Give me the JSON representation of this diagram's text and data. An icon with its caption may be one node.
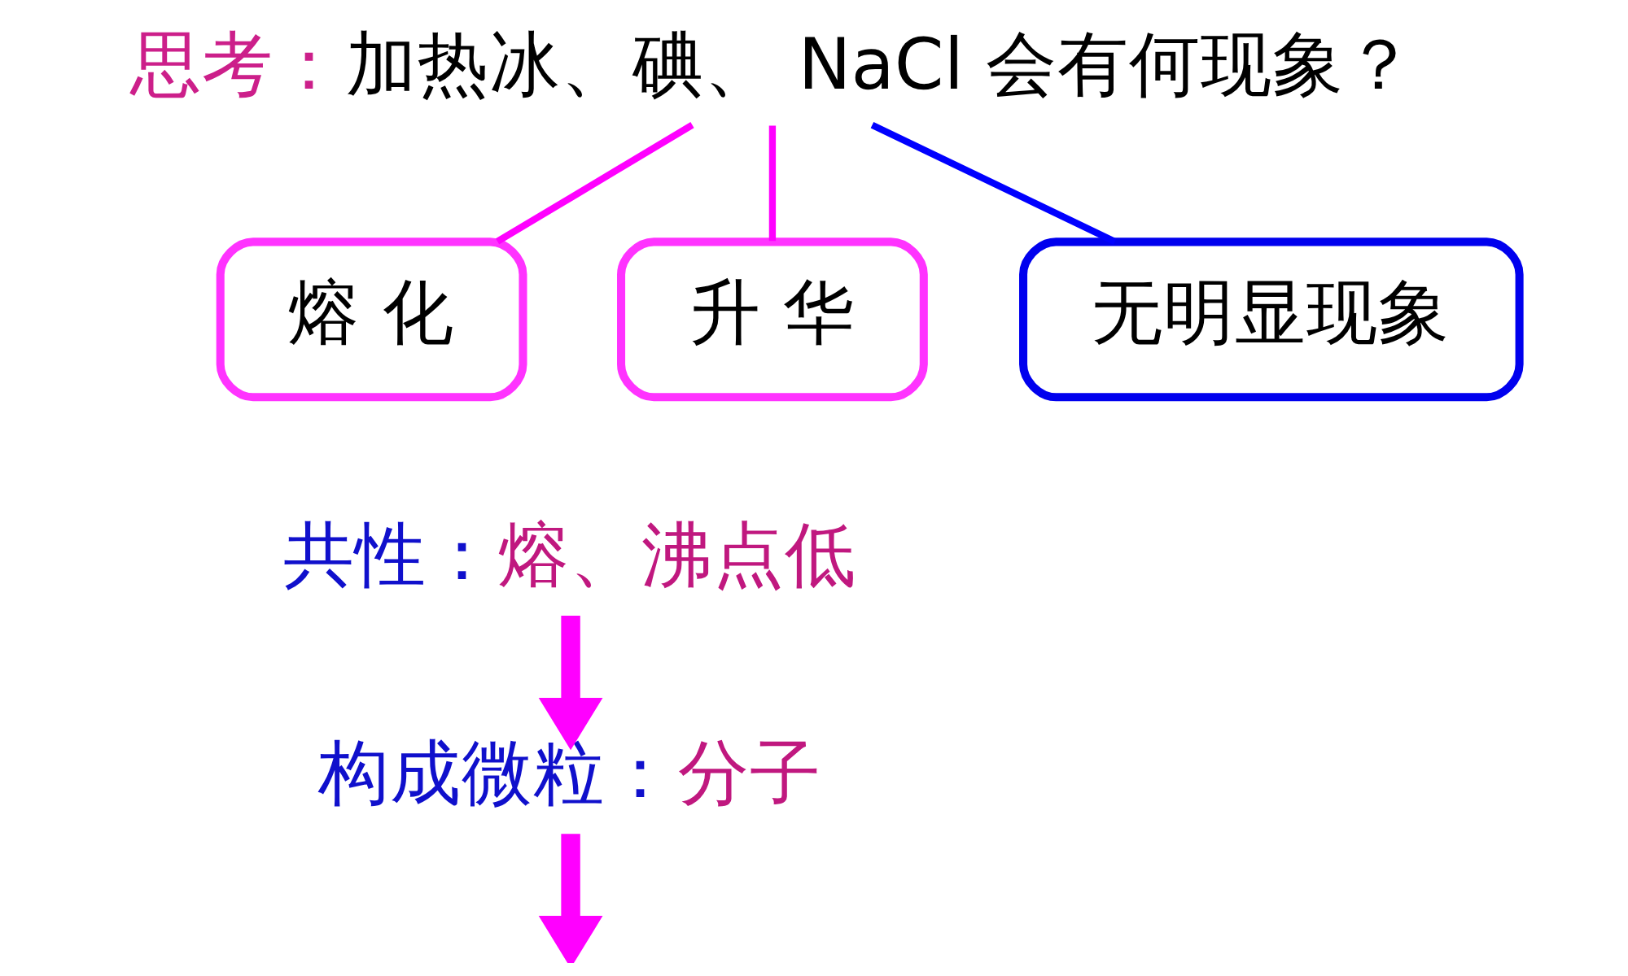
{
  "diagram": {
    "nodes": [
      {
        "text": [
          "思考：",
          "加热冰、碘、 NaCl 会有何现象？"
        ]
      },
      {
        "text": [
          "熔 化"
        ]
      },
      {
        "text": [
          "升 华"
        ]
      },
      {
        "text": [
          "无明显现象"
        ]
      },
      {
        "text": [
          "共性：",
          "熔、沸点低"
        ]
      },
      {
        "text": [
          "构成微粒：",
          "分子"
        ]
      }
    ],
    "edges": [
      {
        "from": 0,
        "to": 1,
        "arrow": "none",
        "color": "#ff00ff"
      },
      {
        "from": 0,
        "to": 2,
        "arrow": "none",
        "color": "#ff00ff"
      },
      {
        "from": 0,
        "to": 3,
        "arrow": "none",
        "color": "#0000ff"
      },
      {
        "from": 4,
        "to": 5,
        "arrow": "to",
        "style": "thick",
        "color": "#ff00ff"
      },
      {
        "from": 5,
        "to": null,
        "arrow": "to",
        "style": "thick",
        "color": "#ff00ff"
      }
    ]
  }
}
